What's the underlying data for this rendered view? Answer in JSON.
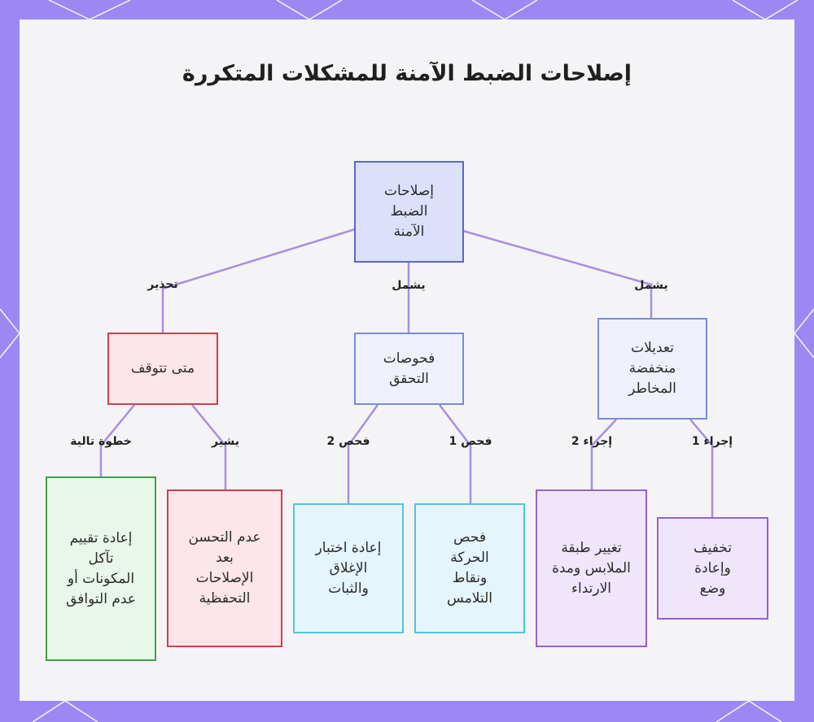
{
  "title": "إصلاحات الضبط الآمنة للمشكلات المتكررة",
  "colors": {
    "frame": "#9d87f2",
    "panel": "#f4f4f6",
    "connector": "#a98ee0",
    "root_fill": "#dde0fb",
    "warn_border": "#cf3d4e",
    "next_border": "#3fa046",
    "check_border": "#55c3dd",
    "action_border": "#9b5fcf"
  },
  "nodes": {
    "root": "إصلاحات الضبط الآمنة",
    "stop_when": "متى تتوقف",
    "checks": "فحوصات التحقق",
    "low_risk": "تعديلات منخفضة المخاطر",
    "reassess": "إعادة تقييم تآكل المكونات أو عدم التوافق",
    "no_improve": "عدم التحسن بعد الإصلاحات التحفظية",
    "retest": "إعادة اختبار الإغلاق والثبات",
    "motion_check": "فحص الحركة ونقاط التلامس",
    "change_layer": "تغيير طبقة الملابس ومدة الارتداء",
    "loosen": "تخفيف وإعادة وضع"
  },
  "edges": {
    "root_stop": "تحذير",
    "root_checks": "يشمل",
    "root_lowrisk": "يشمل",
    "stop_reassess": "خطوة تالية",
    "stop_noimprove": "يشير",
    "checks_retest": "فحص 2",
    "checks_motion": "فحص 1",
    "lowrisk_change": "إجراء 2",
    "lowrisk_loosen": "إجراء 1"
  }
}
